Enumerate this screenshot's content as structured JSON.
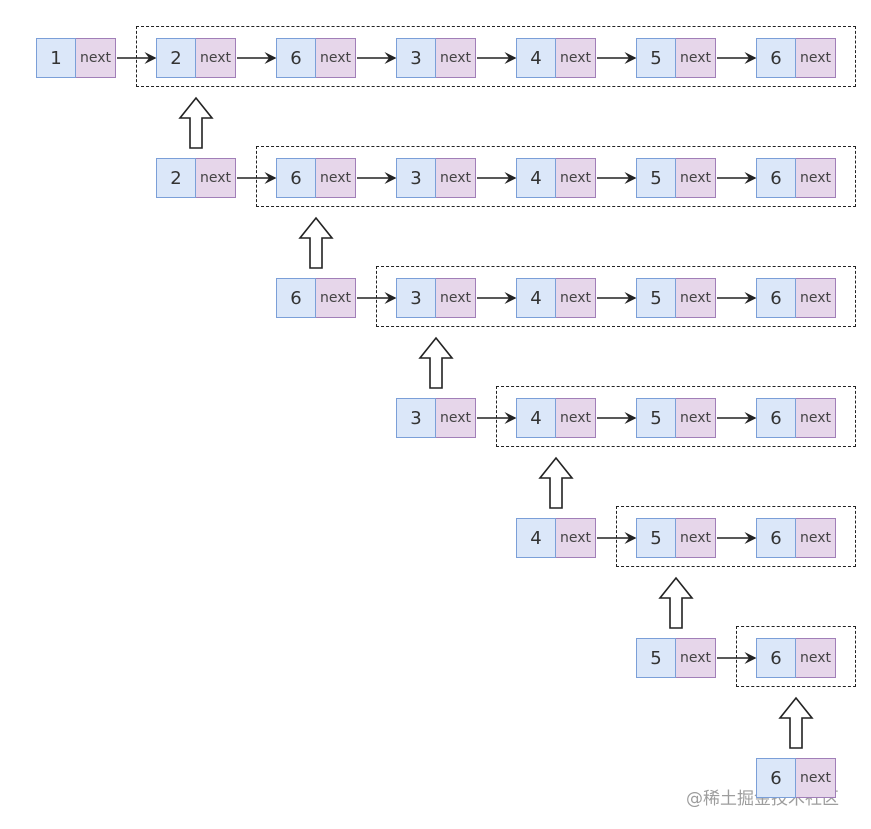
{
  "diagram": {
    "next_label": "next",
    "rows": [
      {
        "head": "1",
        "rest": [
          "2",
          "6",
          "3",
          "4",
          "5",
          "6"
        ]
      },
      {
        "head": "2",
        "rest": [
          "6",
          "3",
          "4",
          "5",
          "6"
        ]
      },
      {
        "head": "6",
        "rest": [
          "3",
          "4",
          "5",
          "6"
        ]
      },
      {
        "head": "3",
        "rest": [
          "4",
          "5",
          "6"
        ]
      },
      {
        "head": "4",
        "rest": [
          "5",
          "6"
        ]
      },
      {
        "head": "5",
        "rest": [
          "6"
        ]
      },
      {
        "head": "6",
        "rest": []
      }
    ],
    "colors": {
      "value_fill": "#dbe7f9",
      "value_border": "#7b9fd8",
      "next_fill": "#e6d6ea",
      "next_border": "#a17fb8"
    }
  },
  "watermark": "@稀土掘金技术社区"
}
